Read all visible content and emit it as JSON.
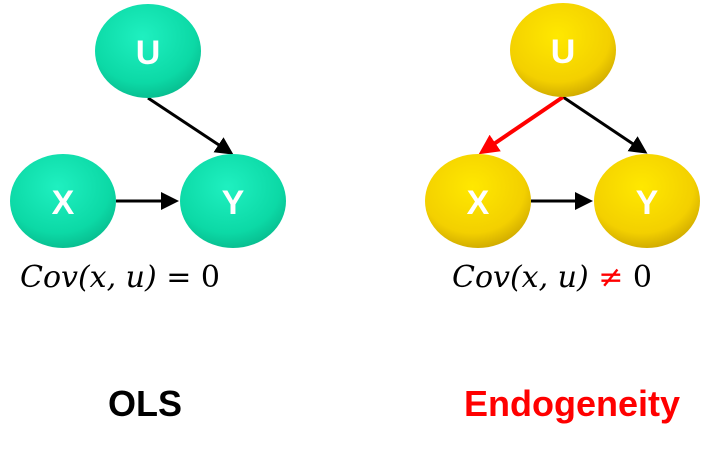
{
  "colors": {
    "teal": "#0fd9a8",
    "yellow": "#f5d000",
    "red": "#ff0000",
    "black": "#000000"
  },
  "left": {
    "nodes": {
      "u": "U",
      "x": "X",
      "y": "Y"
    },
    "equation": {
      "lhs": "Cov(x, u)",
      "op": "=",
      "rhs": "0"
    },
    "caption": "OLS"
  },
  "right": {
    "nodes": {
      "u": "U",
      "x": "X",
      "y": "Y"
    },
    "equation": {
      "lhs": "Cov(x, u)",
      "op": "≠",
      "rhs": "0"
    },
    "caption": "Endogeneity"
  }
}
